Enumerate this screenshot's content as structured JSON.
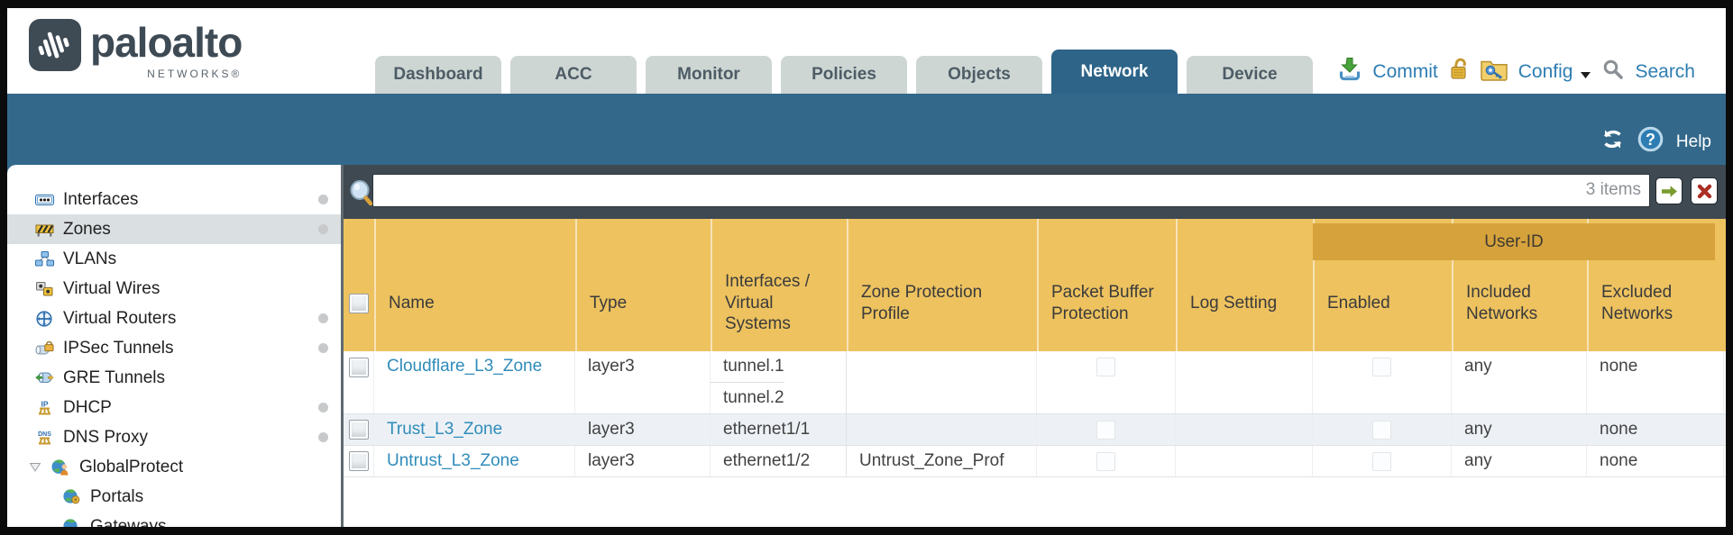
{
  "header": {
    "logo": {
      "brand": "paloalto",
      "sub": "NETWORKS®"
    },
    "tabs": [
      {
        "label": "Dashboard"
      },
      {
        "label": "ACC"
      },
      {
        "label": "Monitor"
      },
      {
        "label": "Policies"
      },
      {
        "label": "Objects"
      },
      {
        "label": "Network",
        "active": true
      },
      {
        "label": "Device"
      }
    ],
    "actions": {
      "commit": "Commit",
      "config": "Config",
      "search": "Search"
    }
  },
  "topbar": {
    "help": "Help"
  },
  "sidebar": {
    "items": [
      {
        "label": "Interfaces",
        "icon": "interfaces-icon",
        "dot": true
      },
      {
        "label": "Zones",
        "icon": "zones-icon",
        "dot": true,
        "selected": true
      },
      {
        "label": "VLANs",
        "icon": "vlans-icon"
      },
      {
        "label": "Virtual Wires",
        "icon": "virtual-wires-icon"
      },
      {
        "label": "Virtual Routers",
        "icon": "virtual-routers-icon",
        "dot": true
      },
      {
        "label": "IPSec Tunnels",
        "icon": "ipsec-tunnels-icon",
        "dot": true
      },
      {
        "label": "GRE Tunnels",
        "icon": "gre-tunnels-icon"
      },
      {
        "label": "DHCP",
        "icon": "dhcp-icon",
        "dot": true
      },
      {
        "label": "DNS Proxy",
        "icon": "dns-proxy-icon",
        "dot": true
      },
      {
        "label": "GlobalProtect",
        "icon": "globalprotect-icon",
        "expander": true
      },
      {
        "label": "Portals",
        "icon": "portals-icon",
        "child": true
      },
      {
        "label": "Gateways",
        "icon": "gateways-icon",
        "child": true
      }
    ]
  },
  "content": {
    "search": {
      "value": "",
      "count": "3 items"
    },
    "table": {
      "columns": {
        "name": "Name",
        "type": "Type",
        "interfaces": "Interfaces / Virtual Systems",
        "zpp": "Zone Protection Profile",
        "pbp": "Packet Buffer Protection",
        "log": "Log Setting",
        "group": "User-ID",
        "enabled": "Enabled",
        "included": "Included Networks",
        "excluded": "Excluded Networks"
      },
      "rows": [
        {
          "name": "Cloudflare_L3_Zone",
          "type": "layer3",
          "interfaces": [
            "tunnel.1",
            "tunnel.2"
          ],
          "zone_protection_profile": "",
          "packet_buffer_protection": false,
          "log_setting": "",
          "user_id_enabled": false,
          "included_networks": "any",
          "excluded_networks": "none"
        },
        {
          "name": "Trust_L3_Zone",
          "type": "layer3",
          "interfaces": [
            "ethernet1/1"
          ],
          "zone_protection_profile": "",
          "packet_buffer_protection": false,
          "log_setting": "",
          "user_id_enabled": false,
          "included_networks": "any",
          "excluded_networks": "none"
        },
        {
          "name": "Untrust_L3_Zone",
          "type": "layer3",
          "interfaces": [
            "ethernet1/2"
          ],
          "zone_protection_profile": "Untrust_Zone_Prof",
          "packet_buffer_protection": false,
          "log_setting": "",
          "user_id_enabled": false,
          "included_networks": "any",
          "excluded_networks": "none"
        }
      ]
    }
  },
  "colors": {
    "teal_band": "#33688b",
    "active_tab": "#2d6488",
    "tab_inactive": "#ced6d4",
    "table_header": "#edc25f",
    "user_id_band": "#d6a23c",
    "search_strip": "#3e4952",
    "link_blue": "#2f8cba",
    "action_blue": "#2d7db3",
    "alt_row": "#edf1f5"
  }
}
